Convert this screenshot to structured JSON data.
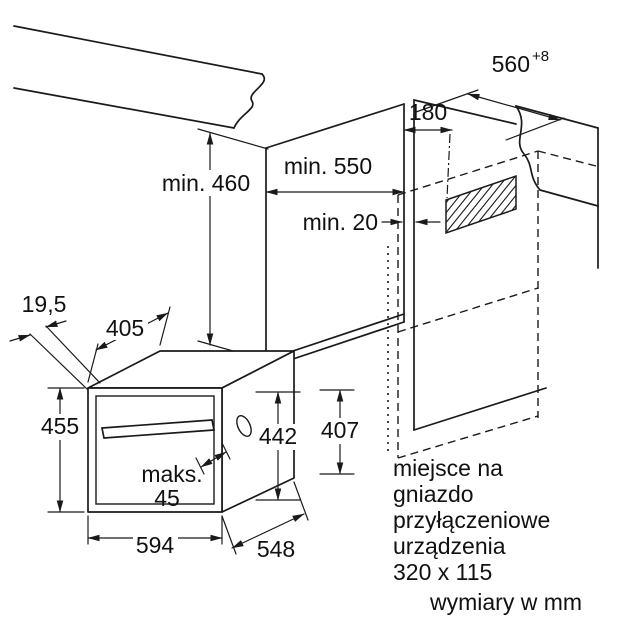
{
  "drawing": {
    "units_note": "wymiary w mm",
    "note_lines": [
      "miejsce na",
      "gniazdo",
      "przyłączeniowe",
      "urządzenia",
      "320 x 115"
    ],
    "dimensions": {
      "niche_width": "560",
      "niche_width_tolerance": "+8",
      "niche_depth": "min. 550",
      "niche_height": "min. 460",
      "socket_offset": "180",
      "rear_clearance": "min. 20",
      "top_inset": "19,5",
      "top_depth": "405",
      "front_height": "455",
      "cavity_height": "442",
      "rear_height": "407",
      "door_protrusion_word": "maks.",
      "door_protrusion_value": "45",
      "appliance_width": "594",
      "appliance_depth": "548"
    },
    "colors": {
      "line": "#1a1a1a",
      "background": "#ffffff"
    }
  }
}
